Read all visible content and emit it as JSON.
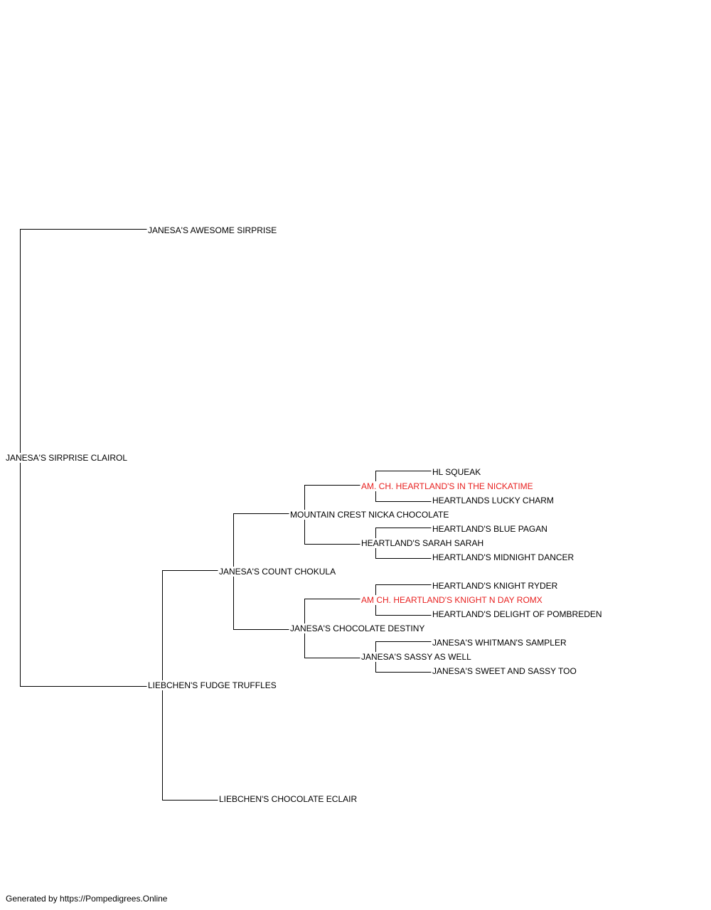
{
  "colors": {
    "line": "#000000",
    "text": "#000000",
    "champion": "#e8201f",
    "background": "#ffffff"
  },
  "pedigree": {
    "subject": "JANESA'S SIRPRISE CLAIROL",
    "sire": "JANESA'S AWESOME SIRPRISE",
    "dam": "LIEBCHEN'S FUDGE TRUFFLES",
    "dam_sire": "JANESA'S COUNT CHOKULA",
    "dam_dam": "LIEBCHEN'S CHOCOLATE ECLAIR",
    "dam_sire_sire": "MOUNTAIN CREST NICKA CHOCOLATE",
    "dam_sire_dam": "JANESA'S CHOCOLATE DESTINY",
    "dam_sire_sire_sire": "AM. CH. HEARTLAND'S IN THE NICKATIME",
    "dam_sire_sire_dam": "HEARTLAND'S SARAH SARAH",
    "dam_sire_dam_sire": "AM CH. HEARTLAND'S KNIGHT N DAY ROMX",
    "dam_sire_dam_dam": "JANESA'S SASSY AS WELL",
    "g5_1": "HL SQUEAK",
    "g5_2": "HEARTLANDS LUCKY CHARM",
    "g5_3": "HEARTLAND'S BLUE PAGAN",
    "g5_4": "HEARTLAND'S MIDNIGHT DANCER",
    "g5_5": "HEARTLAND'S KNIGHT RYDER",
    "g5_6": "HEARTLAND'S DELIGHT OF POMBREDEN",
    "g5_7": "JANESA'S WHITMAN'S SAMPLER",
    "g5_8": "JANESA'S SWEET AND SASSY TOO"
  },
  "footer": "Generated by https://Pompedigrees.Online"
}
